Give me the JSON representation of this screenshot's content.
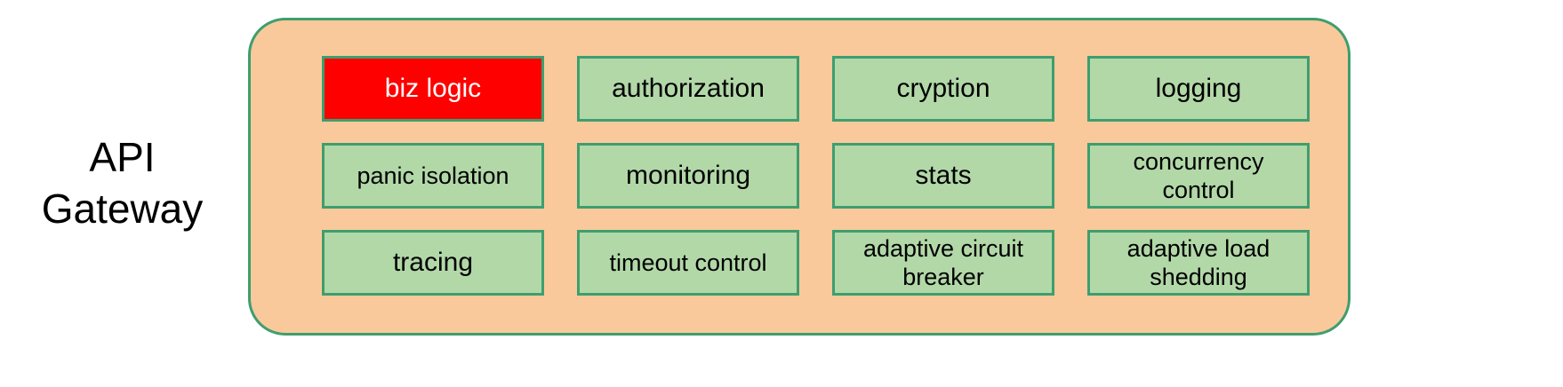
{
  "diagram": {
    "title_label": "API\nGateway",
    "colors": {
      "container_fill": "#FAC99B",
      "container_border": "#3E9E6E",
      "box_fill": "#B2D8A8",
      "box_border": "#3E9E6E",
      "highlight_fill": "#FF0000",
      "highlight_text": "#FFFFFF",
      "text": "#000000",
      "background": "#FFFFFF"
    },
    "rows": [
      {
        "boxes": [
          {
            "label": "biz logic",
            "highlighted": true
          },
          {
            "label": "authorization",
            "highlighted": false
          },
          {
            "label": "cryption",
            "highlighted": false
          },
          {
            "label": "logging",
            "highlighted": false
          }
        ]
      },
      {
        "boxes": [
          {
            "label": "panic isolation",
            "highlighted": false
          },
          {
            "label": "monitoring",
            "highlighted": false
          },
          {
            "label": "stats",
            "highlighted": false
          },
          {
            "label": "concurrency\ncontrol",
            "highlighted": false
          }
        ]
      },
      {
        "boxes": [
          {
            "label": "tracing",
            "highlighted": false
          },
          {
            "label": "timeout control",
            "highlighted": false
          },
          {
            "label": "adaptive circuit\nbreaker",
            "highlighted": false
          },
          {
            "label": "adaptive load\nshedding",
            "highlighted": false
          }
        ]
      }
    ]
  }
}
